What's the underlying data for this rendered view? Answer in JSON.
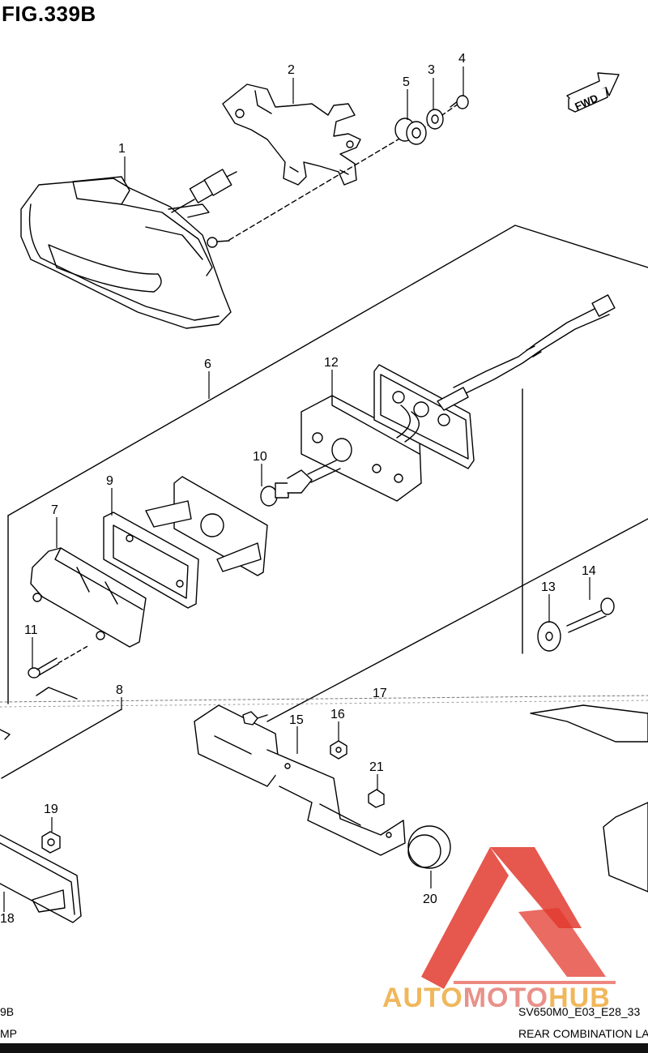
{
  "figure": {
    "title": "FIG.339B",
    "parts": [
      {
        "no": "1"
      },
      {
        "no": "2"
      },
      {
        "no": "3"
      },
      {
        "no": "4"
      },
      {
        "no": "5"
      },
      {
        "no": "6"
      },
      {
        "no": "7"
      },
      {
        "no": "8"
      },
      {
        "no": "9"
      },
      {
        "no": "10"
      },
      {
        "no": "11"
      },
      {
        "no": "12"
      },
      {
        "no": "13"
      },
      {
        "no": "14"
      },
      {
        "no": "15"
      },
      {
        "no": "16"
      },
      {
        "no": "17"
      },
      {
        "no": "18"
      },
      {
        "no": "19"
      },
      {
        "no": "20"
      },
      {
        "no": "21"
      }
    ],
    "direction_badge": "FWD"
  },
  "footer": {
    "left_code": "9B",
    "left_name": "MP",
    "right_code": "SV650M0_E03_E28_33",
    "right_name": "REAR COMBINATION LAN"
  },
  "watermark": {
    "brand_part1": "AUTO",
    "brand_part2": "MOTO",
    "brand_part3": "HUB",
    "logo_color": "#e23a2e",
    "text_color_1": "#f0b75b",
    "text_color_2": "#e8918a"
  }
}
